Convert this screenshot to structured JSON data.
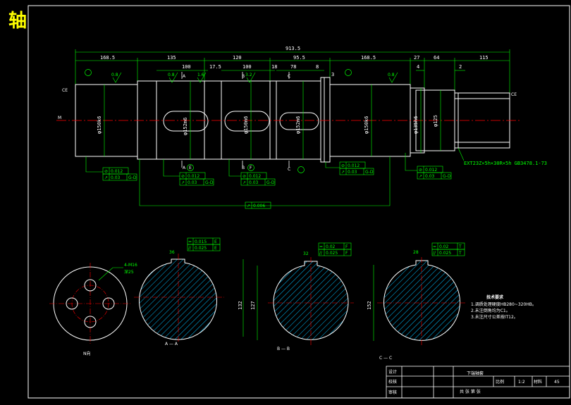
{
  "title": "轴",
  "colors": {
    "background": "#000000",
    "outline": "#ffffff",
    "dimension": "#00ff00",
    "centerline": "#ff0000",
    "hatch": "#00bfff",
    "title": "#ffff00"
  },
  "overall_length": "913.5",
  "segment_dims": [
    "168.5",
    "135",
    "120",
    "95.5",
    "168.5",
    "27",
    "64",
    "115"
  ],
  "sub_dims": [
    "100",
    "17.5",
    "100",
    "18",
    "78",
    "8",
    "4",
    "3",
    "2"
  ],
  "section_cuts": [
    "A",
    "B",
    "C"
  ],
  "datum_letters": [
    "E",
    "F",
    "D"
  ],
  "diameters": {
    "d1": "φ150k6",
    "d2": "φ152m6",
    "d3": "φ150m6",
    "d4": "φ152m6",
    "d5": "φ150k6",
    "d6": "φ125",
    "d7": "φ135h6"
  },
  "thread_note": "EXT23Z×5h×30R×5h GB3478.1-73",
  "left_end_label": "CE",
  "right_end_label": "CE",
  "shaft_label": "M",
  "roughness_values": [
    "0.8",
    "3.2",
    "1.6"
  ],
  "tolerance_frames": [
    {
      "sym": "⊘",
      "value": "0.012",
      "datum": ""
    },
    {
      "sym": "↗",
      "value": "0.03",
      "datum": "G-D"
    },
    {
      "sym": "⊘",
      "value": "0.012",
      "datum": ""
    },
    {
      "sym": "↗",
      "value": "0.03",
      "datum": "G-D"
    },
    {
      "sym": "⊘",
      "value": "0.012",
      "datum": ""
    },
    {
      "sym": "↗",
      "value": "0.03",
      "datum": "G-D"
    },
    {
      "sym": "⊘",
      "value": "0.012",
      "datum": ""
    },
    {
      "sym": "↗",
      "value": "0.03",
      "datum": "G-D"
    },
    {
      "sym": "⊘",
      "value": "0.012",
      "datum": ""
    },
    {
      "sym": "↗",
      "value": "0.03",
      "datum": "G-D"
    },
    {
      "sym": "↗",
      "value": "0.006",
      "datum": ""
    }
  ],
  "end_view_label": "N向",
  "end_view_holes": "4-M16",
  "end_view_depth": "深25",
  "sections": [
    {
      "cut": "A — A",
      "width": "36",
      "dia": "132"
    },
    {
      "cut": "B — B",
      "width": "32",
      "dia": "127"
    },
    {
      "cut": "C — C",
      "width": "28",
      "dia": "152"
    }
  ],
  "section_frames": [
    {
      "sym1": "=",
      "v1": "0.015",
      "d1": "E",
      "sym2": "//",
      "v2": "0.025",
      "d2": "E"
    },
    {
      "sym1": "=",
      "v1": "0.02",
      "d1": "F",
      "sym2": "//",
      "v2": "0.025",
      "d2": "F"
    },
    {
      "sym1": "=",
      "v1": "0.02",
      "d1": "T",
      "sym2": "//",
      "v2": "0.025",
      "d2": "T"
    }
  ],
  "tech_req": {
    "heading": "技术要求",
    "items": [
      "1.调质处理硬度HB280~320HB。",
      "2.未注倒角均为C1。",
      "3.未注尺寸公差按IT12。"
    ]
  },
  "title_block": {
    "designer": "设计",
    "checker": "校核",
    "approver": "审核",
    "part_name": "下端轴套",
    "scale_label": "比例",
    "scale_value": "1:2",
    "material_label": "材料",
    "material_value": "45",
    "company": "共 张 第 张"
  }
}
